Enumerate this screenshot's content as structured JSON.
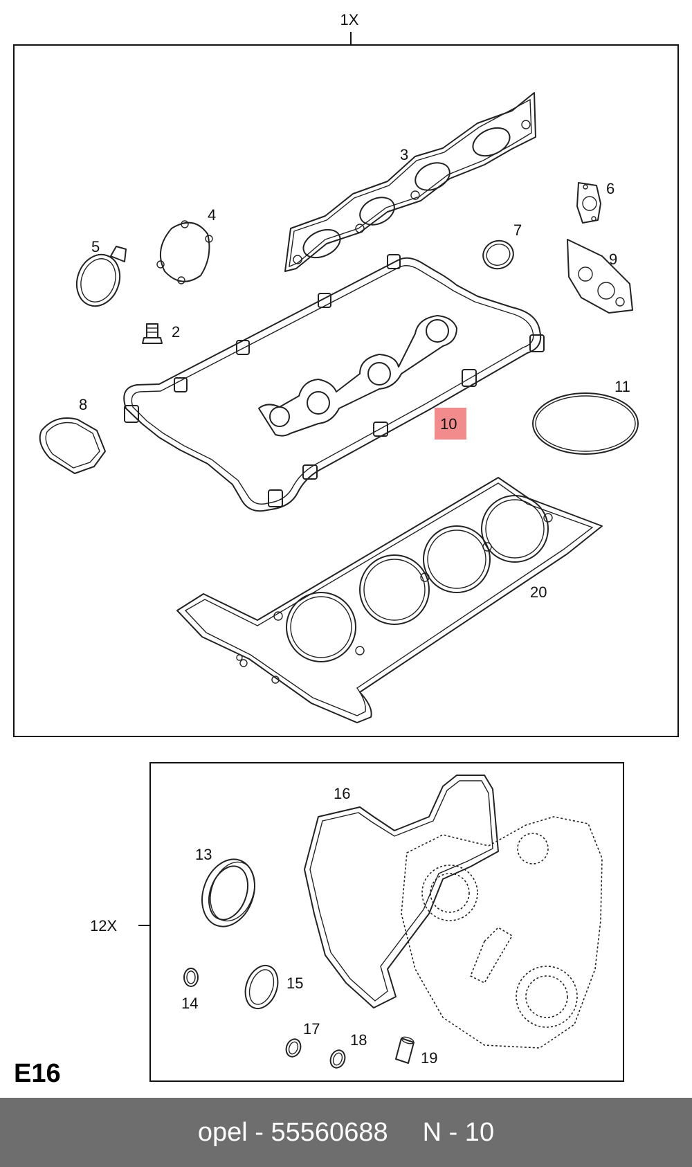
{
  "diagram": {
    "kit1_label": "1X",
    "kit2_label": "12X",
    "section_code": "E16",
    "highlight_label": "10",
    "highlight_color": "#f28b8b",
    "callouts": {
      "c2": "2",
      "c3": "3",
      "c4": "4",
      "c5": "5",
      "c6": "6",
      "c7": "7",
      "c8": "8",
      "c9": "9",
      "c11": "11",
      "c13": "13",
      "c14": "14",
      "c15": "15",
      "c16": "16",
      "c17": "17",
      "c18": "18",
      "c19": "19",
      "c20": "20"
    }
  },
  "footer": {
    "brand_part": "opel - 55560688",
    "position": "N - 10"
  }
}
